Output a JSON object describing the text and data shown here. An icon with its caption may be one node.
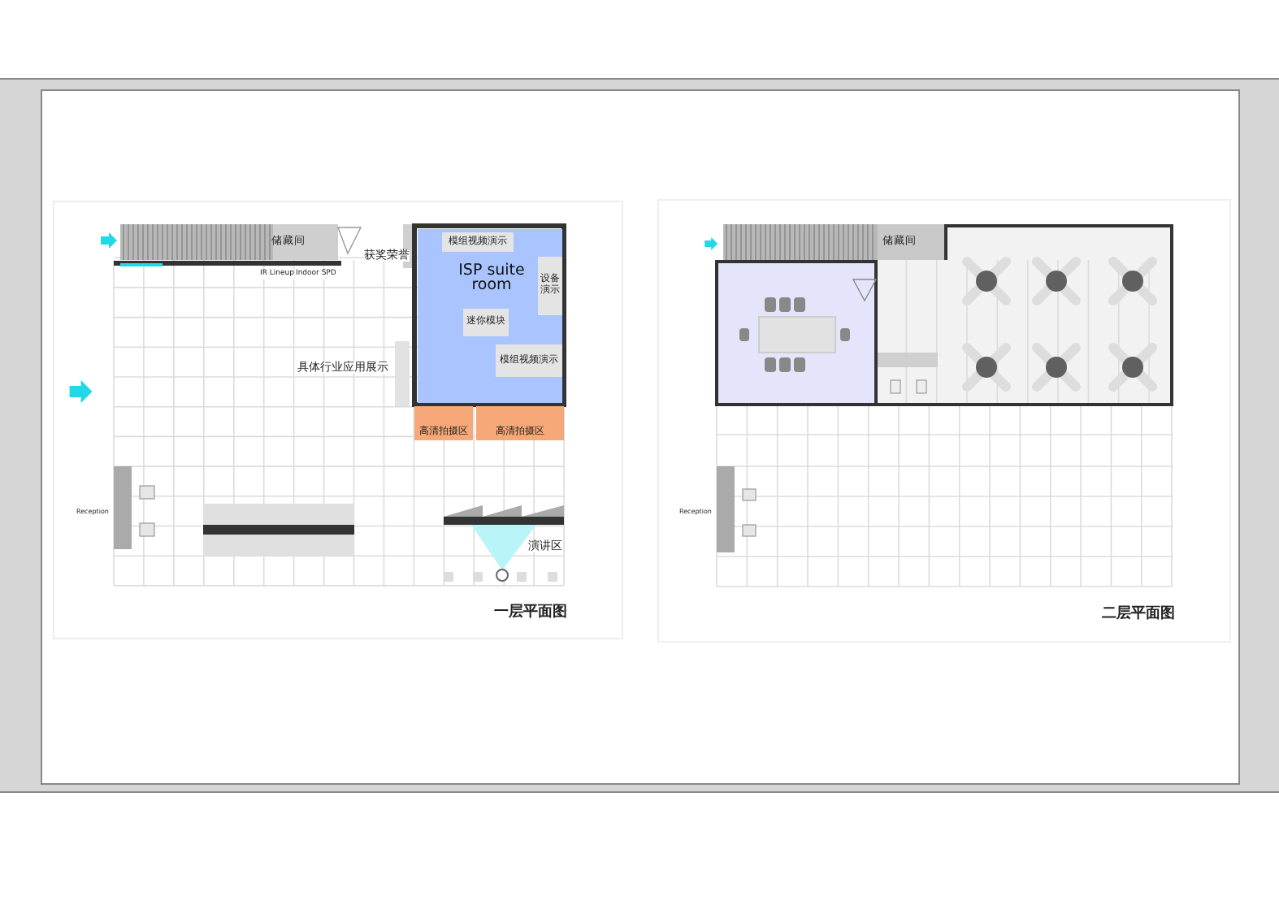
{
  "diagram": {
    "nodes": [
      {
        "text": [
          "ISP suite room"
        ]
      },
      {
        "text": [
          "模组视频演示"
        ],
        "in": 0
      },
      {
        "text": [
          "设备演示"
        ],
        "in": 0
      },
      {
        "text": [
          "迷你模块"
        ],
        "in": 0
      },
      {
        "text": [
          "模组视频演示"
        ],
        "in": 0
      },
      {
        "text": [
          "高清拍摄区"
        ]
      },
      {
        "text": [
          "高清拍摄区"
        ]
      }
    ],
    "labels": [
      "储藏间",
      "获奖荣誉",
      "IR Lineup",
      "Indoor SPD",
      "具体行业应用展示",
      "Reception",
      "演讲区",
      "一层平面图",
      "储藏间",
      "Reception",
      "二层平面图"
    ]
  }
}
